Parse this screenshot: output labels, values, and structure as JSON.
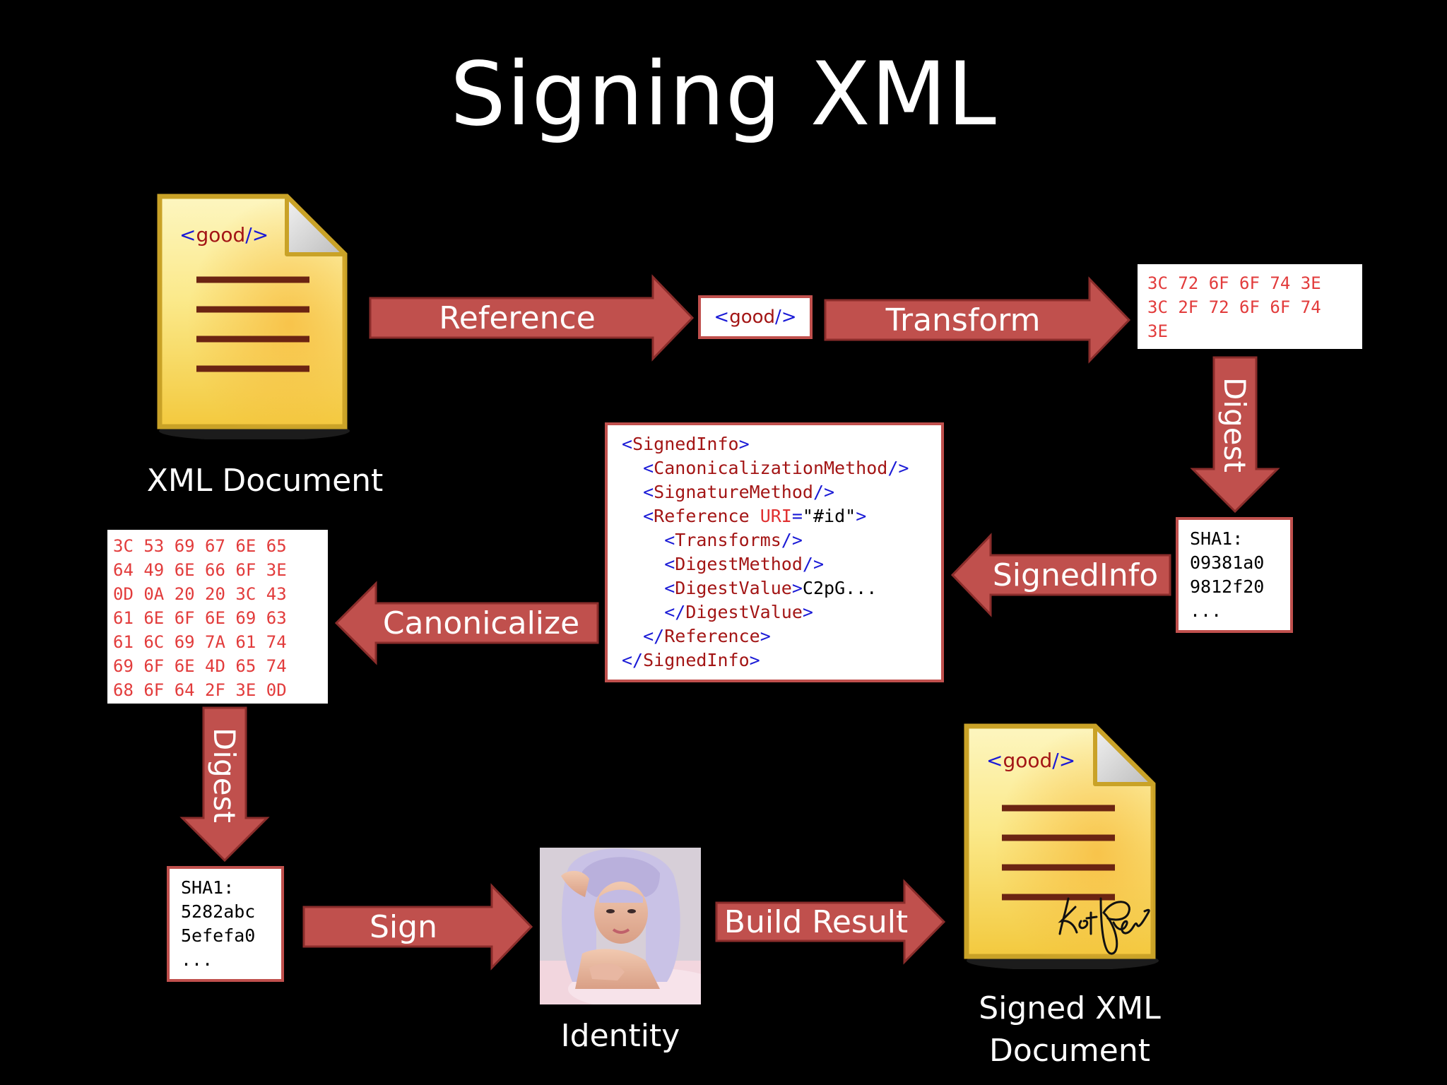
{
  "title": "Signing XML",
  "colors": {
    "arrow_fill": "#c0504d",
    "arrow_stroke": "#8b2d2b",
    "doc_fill": "#fbe96a",
    "doc_border": "#c9a227",
    "hex_text": "#e23b3b",
    "xml_bracket": "#1a1ad6",
    "xml_tag": "#a31515"
  },
  "documents": {
    "source": {
      "tag": "good",
      "caption": "XML Document"
    },
    "signed": {
      "tag": "good",
      "caption_line1": "Signed XML",
      "caption_line2": "Document",
      "signature_icon": "handwritten-signature"
    }
  },
  "arrows": {
    "reference": "Reference",
    "transform": "Transform",
    "digest_top": "Digest",
    "signedinfo": "SignedInfo",
    "canonicalize": "Canonicalize",
    "digest_left": "Digest",
    "sign": "Sign",
    "build_result": "Build Result"
  },
  "reference_box": {
    "tag": "good"
  },
  "transform_hex": [
    "3C 72 6F 6F 74 3E",
    "3C 2F 72 6F 6F 74",
    "3E"
  ],
  "digest_top_box": [
    "SHA1:",
    "09381a0",
    "9812f20",
    "..."
  ],
  "signedinfo_xml": {
    "signedinfo": "SignedInfo",
    "canonicalization": "CanonicalizationMethod",
    "signature_method": "SignatureMethod",
    "reference": "Reference",
    "uri_attr": "URI",
    "uri_value": "\"#id\"",
    "transforms": "Transforms",
    "digest_method": "DigestMethod",
    "digest_value": "DigestValue",
    "digest_value_text": "C2pG..."
  },
  "canonical_hex": [
    "3C 53 69 67 6E 65",
    "64 49 6E 66 6F 3E",
    "0D 0A 20 20 3C 43",
    "61 6E 6F 6E 69 63",
    "61 6C 69 7A 61 74",
    "69 6F 6E 4D 65 74",
    "68 6F 64 2F 3E 0D"
  ],
  "digest_bottom_box": [
    "SHA1:",
    "5282abc",
    "5efefa0",
    "..."
  ],
  "identity": {
    "caption": "Identity"
  }
}
